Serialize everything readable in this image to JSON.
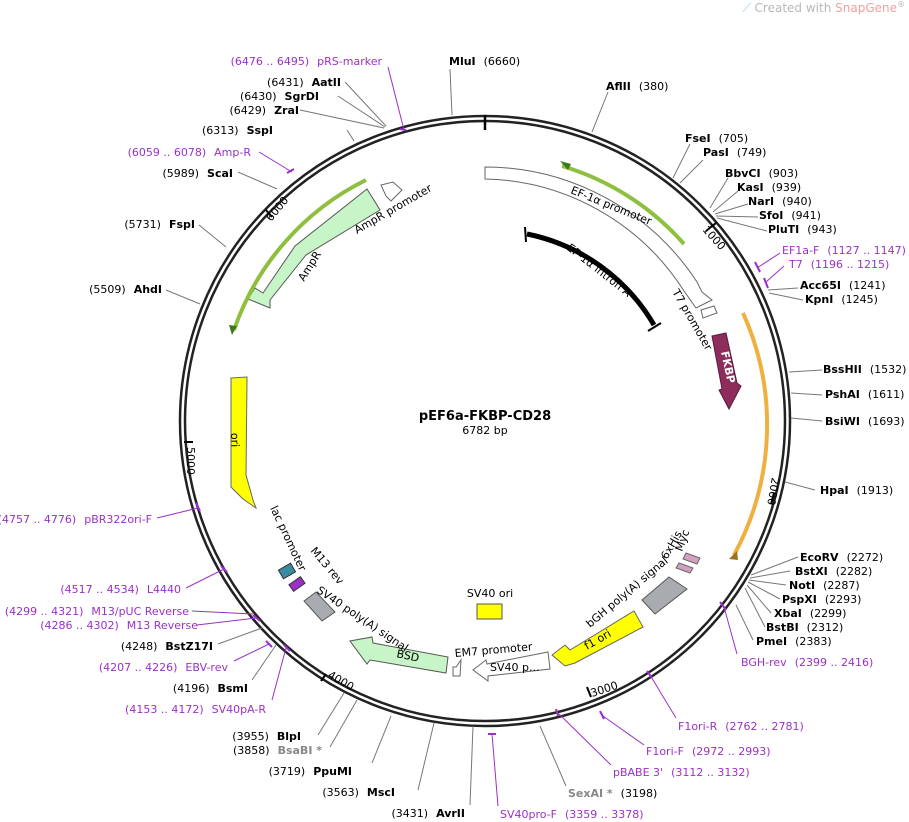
{
  "credit": {
    "prefix": "Created with ",
    "brand": "SnapGene",
    "mark": "®"
  },
  "plasmid": {
    "name": "pEF6a-FKBP-CD28",
    "size": "6782 bp"
  },
  "ticks": [
    "1000",
    "2000",
    "3000",
    "4000",
    "5000",
    "6000"
  ],
  "features": [
    {
      "label": "EF-1α promoter"
    },
    {
      "label": "EF-1α intron A"
    },
    {
      "label": "T7 promoter"
    },
    {
      "label": "FKBP"
    },
    {
      "label": "Myc"
    },
    {
      "label": "6xHis"
    },
    {
      "label": "bGH poly(A) signal"
    },
    {
      "label": "f1 ori"
    },
    {
      "label": "SV40 ori"
    },
    {
      "label": "SV40 p..."
    },
    {
      "label": "EM7 promoter"
    },
    {
      "label": "BSD"
    },
    {
      "label": "SV40 poly(A) signal"
    },
    {
      "label": "M13 rev"
    },
    {
      "label": "lac promoter"
    },
    {
      "label": "ori"
    },
    {
      "label": "AmpR"
    },
    {
      "label": "AmpR promoter"
    }
  ],
  "sites": [
    {
      "name": "MluI",
      "pos": "(6660)"
    },
    {
      "name": "AflII",
      "pos": "(380)"
    },
    {
      "name": "FseI",
      "pos": "(705)"
    },
    {
      "name": "PasI",
      "pos": "(749)"
    },
    {
      "name": "BbvCI",
      "pos": "(903)"
    },
    {
      "name": "KasI",
      "pos": "(939)"
    },
    {
      "name": "NarI",
      "pos": "(940)"
    },
    {
      "name": "SfoI",
      "pos": "(941)"
    },
    {
      "name": "PluTI",
      "pos": "(943)"
    },
    {
      "name": "EF1a-F",
      "pos": "(1127 .. 1147)",
      "primer": true
    },
    {
      "name": "T7",
      "pos": "(1196 .. 1215)",
      "primer": true
    },
    {
      "name": "Acc65I",
      "pos": "(1241)"
    },
    {
      "name": "KpnI",
      "pos": "(1245)"
    },
    {
      "name": "BssHII",
      "pos": "(1532)"
    },
    {
      "name": "PshAI",
      "pos": "(1611)"
    },
    {
      "name": "BsiWI",
      "pos": "(1693)"
    },
    {
      "name": "HpaI",
      "pos": "(1913)"
    },
    {
      "name": "EcoRV",
      "pos": "(2272)"
    },
    {
      "name": "BstXI",
      "pos": "(2282)"
    },
    {
      "name": "NotI",
      "pos": "(2287)"
    },
    {
      "name": "PspXI",
      "pos": "(2293)"
    },
    {
      "name": "XbaI",
      "pos": "(2299)"
    },
    {
      "name": "BstBI",
      "pos": "(2312)"
    },
    {
      "name": "PmeI",
      "pos": "(2383)"
    },
    {
      "name": "BGH-rev",
      "pos": "(2399 .. 2416)",
      "primer": true
    },
    {
      "name": "F1ori-R",
      "pos": "(2762 .. 2781)",
      "primer": true
    },
    {
      "name": "F1ori-F",
      "pos": "(2972 .. 2993)",
      "primer": true
    },
    {
      "name": "pBABE 3'",
      "pos": "(3112 .. 3132)",
      "primer": true
    },
    {
      "name": "SexAI *",
      "pos": "(3198)",
      "gray": true
    },
    {
      "name": "SV40pro-F",
      "pos": "(3359 .. 3378)",
      "primer": true
    },
    {
      "name": "AvrII",
      "pos": "(3431)"
    },
    {
      "name": "MscI",
      "pos": "(3563)"
    },
    {
      "name": "PpuMI",
      "pos": "(3719)"
    },
    {
      "name": "BsaBI *",
      "pos": "(3858)",
      "gray": true
    },
    {
      "name": "BlpI",
      "pos": "(3955)"
    },
    {
      "name": "SV40pA-R",
      "pos": "(4153 .. 4172)",
      "primer": true
    },
    {
      "name": "BsmI",
      "pos": "(4196)"
    },
    {
      "name": "EBV-rev",
      "pos": "(4207 .. 4226)",
      "primer": true
    },
    {
      "name": "BstZ17I",
      "pos": "(4248)"
    },
    {
      "name": "M13 Reverse",
      "pos": "(4286 .. 4302)",
      "primer": true
    },
    {
      "name": "M13/pUC Reverse",
      "pos": "(4299 .. 4321)",
      "primer": true
    },
    {
      "name": "L4440",
      "pos": "(4517 .. 4534)",
      "primer": true
    },
    {
      "name": "pBR322ori-F",
      "pos": "(4757 .. 4776)",
      "primer": true
    },
    {
      "name": "AhdI",
      "pos": "(5509)"
    },
    {
      "name": "FspI",
      "pos": "(5731)"
    },
    {
      "name": "ScaI",
      "pos": "(5989)"
    },
    {
      "name": "Amp-R",
      "pos": "(6059 .. 6078)",
      "primer": true
    },
    {
      "name": "SspI",
      "pos": "(6313)"
    },
    {
      "name": "ZraI",
      "pos": "(6429)"
    },
    {
      "name": "SgrDI",
      "pos": "(6430)"
    },
    {
      "name": "AatII",
      "pos": "(6431)"
    },
    {
      "name": "pRS-marker",
      "pos": "(6476 .. 6495)",
      "primer": true
    }
  ]
}
